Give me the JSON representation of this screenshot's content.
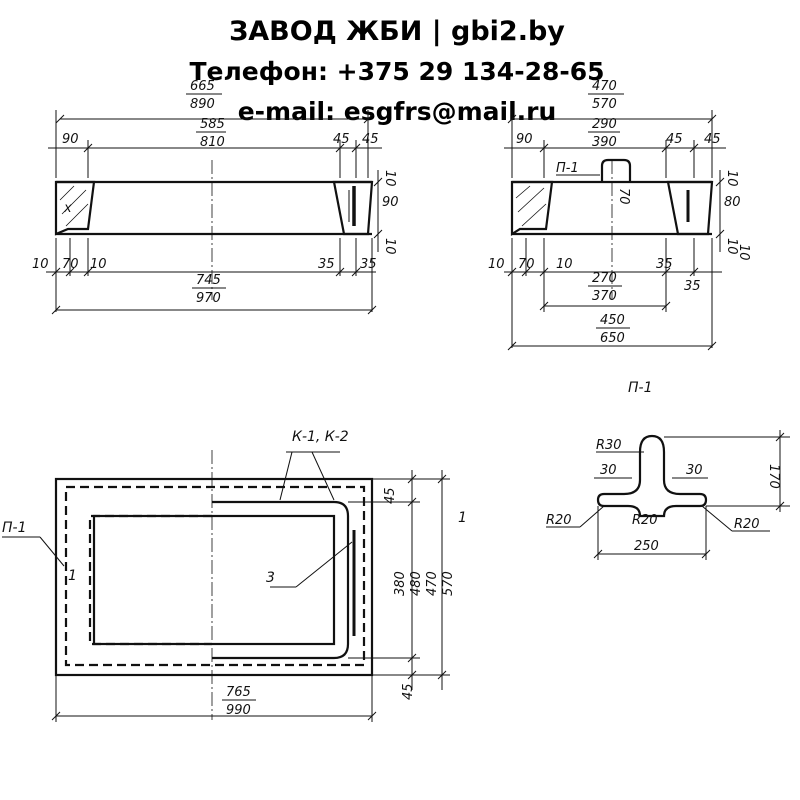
{
  "header": {
    "title": "ЗАВОД ЖБИ | gbi2.by",
    "phone": "Телефон: +375 29 134-28-65",
    "email": "e-mail: esgfrs@mail.ru"
  },
  "left_section": {
    "top_fraction_num": "665",
    "top_fraction_den": "890",
    "top_left": "90",
    "mid_fraction_num": "585",
    "mid_fraction_den": "810",
    "top_right_a": "45",
    "top_right_b": "45",
    "side_10_top": "10",
    "side_90": "90",
    "side_10_bottom": "10",
    "bottom_10_left": "10",
    "bottom_70": "70",
    "bottom_10_mid": "10",
    "bottom_35_a": "35",
    "bottom_35_b": "35",
    "base_fraction_num": "745",
    "base_fraction_den": "970"
  },
  "right_section": {
    "top_fraction_num": "470",
    "top_fraction_den": "570",
    "top_left": "90",
    "mid_fraction_num": "290",
    "mid_fraction_den": "390",
    "top_right_a": "45",
    "top_right_b": "45",
    "loop_label": "П-1",
    "height_70": "70",
    "side_10_top": "10",
    "side_80": "80",
    "side_10_bottom": "10",
    "bottom_10_left": "10",
    "bottom_70": "70",
    "bottom_10_mid": "10",
    "mid_low_fraction_num": "270",
    "mid_low_fraction_den": "370",
    "bottom_35_a": "35",
    "bottom_35_b": "35",
    "side_10_far": "10",
    "base_fraction_num": "450",
    "base_fraction_den": "650"
  },
  "plan": {
    "loop_label": "П-1",
    "frame_label": "К-1, К-2",
    "bar_label": "3",
    "num_1_left": "1",
    "num_1_right": "1",
    "dim_45_top": "45",
    "dim_fraction_a_num": "380",
    "dim_fraction_a_den": "480",
    "dim_fraction_b_num": "470",
    "dim_fraction_b_den": "570",
    "dim_45_bottom": "45",
    "base_fraction_num": "765",
    "base_fraction_den": "990"
  },
  "loop_detail": {
    "title": "П-1",
    "r30": "R30",
    "d30_left": "30",
    "d30_right": "30",
    "height_170": "170",
    "r20_left": "R20",
    "r20_mid": "R20",
    "r20_right": "R20",
    "width_250": "250"
  }
}
